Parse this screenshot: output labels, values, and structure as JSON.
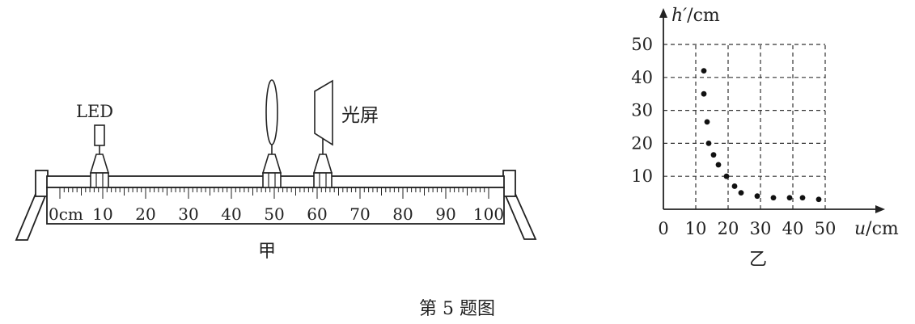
{
  "figure": {
    "caption": "第 5 题图"
  },
  "apparatus": {
    "caption": "甲",
    "led_label": "LED",
    "screen_label": "光屏",
    "ruler": {
      "min": 0,
      "max": 100,
      "unit": "cm",
      "first_label": "0cm",
      "labels": [
        "10",
        "20",
        "30",
        "40",
        "50",
        "60",
        "70",
        "80",
        "90",
        "100"
      ],
      "minor_step": 1
    },
    "led_position_cm": 10,
    "lens_position_cm": 50,
    "screen_position_cm": 62
  },
  "chart_data": {
    "type": "scatter",
    "caption": "乙",
    "x_symbol": "u",
    "x_unit": "/cm",
    "y_symbol": "h′",
    "y_unit": "/cm",
    "xlim": [
      0,
      50
    ],
    "ylim": [
      0,
      50
    ],
    "x_ticks": [
      0,
      10,
      20,
      30,
      40,
      50
    ],
    "y_ticks": [
      10,
      20,
      30,
      40,
      50
    ],
    "grid": "dashed",
    "points": [
      {
        "x": 12.5,
        "y": 42
      },
      {
        "x": 12.5,
        "y": 35
      },
      {
        "x": 13.5,
        "y": 26.5
      },
      {
        "x": 14,
        "y": 20
      },
      {
        "x": 15.5,
        "y": 16.5
      },
      {
        "x": 17,
        "y": 13.5
      },
      {
        "x": 19.5,
        "y": 10
      },
      {
        "x": 22,
        "y": 7
      },
      {
        "x": 24,
        "y": 5
      },
      {
        "x": 29,
        "y": 4
      },
      {
        "x": 34,
        "y": 3.5
      },
      {
        "x": 39,
        "y": 3.5
      },
      {
        "x": 43,
        "y": 3.5
      },
      {
        "x": 48,
        "y": 3
      }
    ]
  }
}
